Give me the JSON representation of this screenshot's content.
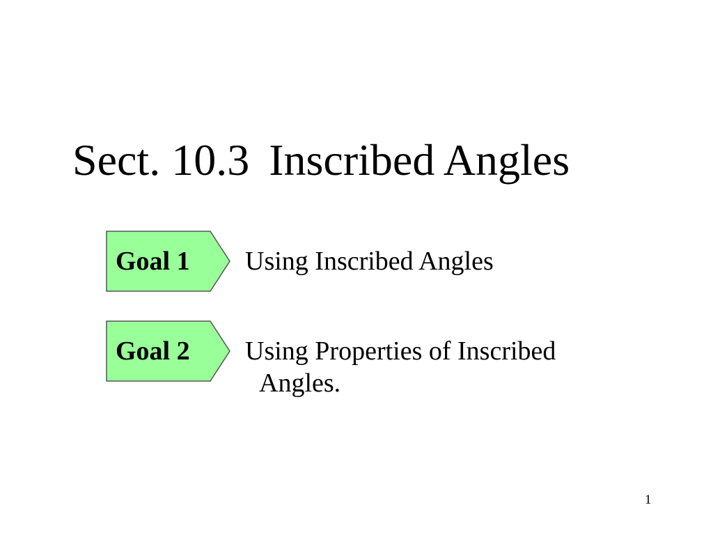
{
  "slide": {
    "title_section": "Sect. 10.3",
    "title_topic": "Inscribed Angles",
    "goals": [
      {
        "badge": "Goal 1",
        "text": "Using Inscribed Angles"
      },
      {
        "badge": "Goal 2",
        "text_line1": "Using Properties of Inscribed",
        "text_line2": "Angles."
      }
    ],
    "page_number": "1"
  },
  "colors": {
    "badge_fill": "#99ff99",
    "badge_stroke": "#555555",
    "text": "#000000",
    "background": "#ffffff"
  }
}
